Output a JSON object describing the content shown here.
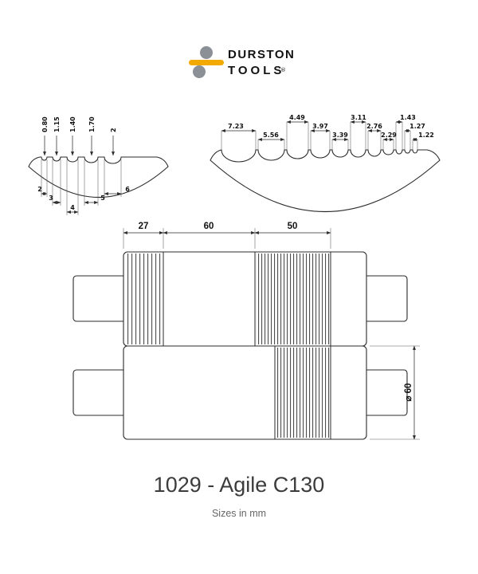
{
  "logo": {
    "line1": "DURSTON",
    "line2": "TOOLS",
    "registered": "®",
    "colors": {
      "accent_orange": "#F2A900",
      "logo_gray": "#8A9095"
    }
  },
  "left_profile": {
    "depth_labels": [
      "0.80",
      "1.15",
      "1.40",
      "1.70",
      "2"
    ],
    "width_labels": [
      "2",
      "3",
      "4",
      "5",
      "6"
    ]
  },
  "right_profile": {
    "groove_labels": [
      "7.23",
      "5.56",
      "4.49",
      "3.97",
      "3.39",
      "3.11",
      "2.76",
      "2.29",
      "1.43",
      "1.27",
      "1.22"
    ]
  },
  "assembly": {
    "section_dims": [
      "27",
      "60",
      "50"
    ],
    "diameter_label": "⌀ 60"
  },
  "footer": {
    "title": "1029 - Agile C130",
    "subtitle": "Sizes in mm"
  }
}
